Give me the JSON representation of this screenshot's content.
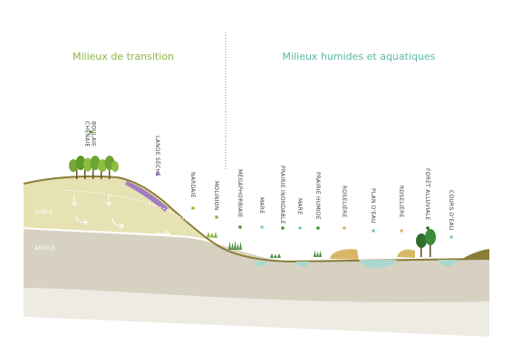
{
  "sections": {
    "transition": "Milieux de transition",
    "aquatic": "Milieux humides et aquatiques"
  },
  "layers": {
    "sand": "SABLE",
    "clay": "ARGILE"
  },
  "habitats": [
    {
      "id": "chenaie-boulaie",
      "lines": [
        "CHÊNAIE",
        "BOULAIE"
      ],
      "dot": "#5b9a2e",
      "zone": "transition"
    },
    {
      "id": "lande-seche",
      "lines": [
        "LANDE SÈCHE"
      ],
      "dot": "#9b6bb6",
      "zone": "transition"
    },
    {
      "id": "nardaie",
      "lines": [
        "NARDAIE"
      ],
      "dot": "#b5ae3b",
      "zone": "transition"
    },
    {
      "id": "molinion",
      "lines": [
        "MOLINION"
      ],
      "dot": "#8bb43d",
      "zone": "transition"
    },
    {
      "id": "megaphorbiaie",
      "lines": [
        "MÉGAPHORBIAIE"
      ],
      "dot": "#4a8c3a",
      "zone": "aquatic"
    },
    {
      "id": "mare-1",
      "lines": [
        "MARE"
      ],
      "dot": "#7ec9c0",
      "zone": "aquatic"
    },
    {
      "id": "prairie-inondable",
      "lines": [
        "PRAIRIE INONDABLE"
      ],
      "dot": "#4a8c3a",
      "zone": "aquatic"
    },
    {
      "id": "mare-2",
      "lines": [
        "MARE"
      ],
      "dot": "#7ec9c0",
      "zone": "aquatic"
    },
    {
      "id": "prairie-humide",
      "lines": [
        "PRAIRIE HUMIDE"
      ],
      "dot": "#4a8c3a",
      "zone": "aquatic"
    },
    {
      "id": "roseliere-1",
      "lines": [
        "ROSELIÈRE"
      ],
      "dot": "#d8b868",
      "zone": "aquatic"
    },
    {
      "id": "plan-deau",
      "lines": [
        "PLAN D'EAU"
      ],
      "dot": "#7ec9c0",
      "zone": "aquatic"
    },
    {
      "id": "roseliere-2",
      "lines": [
        "ROSELIÈRE"
      ],
      "dot": "#d8b868",
      "zone": "aquatic"
    },
    {
      "id": "foret-alluviale",
      "lines": [
        "FORÊT ALLUVIALE"
      ],
      "dot": "#2f6e2f",
      "zone": "aquatic"
    },
    {
      "id": "cours-deau",
      "lines": [
        "COURS D'EAU"
      ],
      "dot": "#7ec9c0",
      "zone": "aquatic"
    }
  ],
  "colors": {
    "transition_title": "#8bb43d",
    "aquatic_title": "#5bb8a8",
    "sand": "#e6e2b3",
    "clay": "#d6d1c1",
    "soil_top": "#8a7d3a",
    "water": "#a9d8d0",
    "tree": "#77a833",
    "heath": "#a07cc0",
    "divider": "#6b6b6b"
  }
}
